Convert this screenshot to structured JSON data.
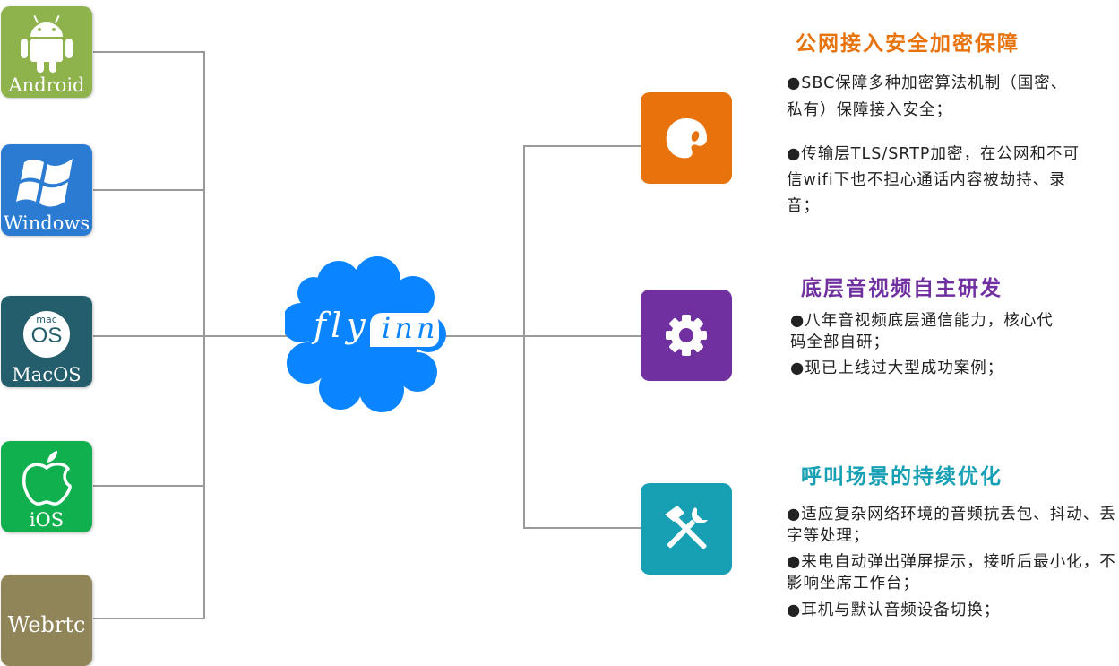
{
  "platforms": [
    {
      "label": "Android",
      "icon": "android-icon",
      "color": "#8eb34d"
    },
    {
      "label": "Windows",
      "icon": "windows-icon",
      "color": "#2a7bd1"
    },
    {
      "label": "MacOS",
      "icon": "macos-icon",
      "color": "#245d6b",
      "badge_small": "mac",
      "badge_big": "OS"
    },
    {
      "label": "iOS",
      "icon": "apple-icon",
      "color": "#10b04f"
    },
    {
      "label": "Webrtc",
      "icon": "webrtc-icon",
      "color": "#8f8558"
    }
  ],
  "center": {
    "text_left": "fly",
    "text_right": "inn",
    "color": "#0a84ff"
  },
  "features": [
    {
      "title": "公网接入安全加密保障",
      "title_color": "#e8720c",
      "icon": "shield-icon",
      "icon_color": "#e8720c",
      "paragraphs": [
        "●SBC保障多种加密算法机制（国密、私有）保障接入安全；",
        "●传输层TLS/SRTP加密，在公网和不可信wifi下也不担心通话内容被劫持、录音；"
      ]
    },
    {
      "title": "底层音视频自主研发",
      "title_color": "#7030a0",
      "icon": "gear-icon",
      "icon_color": "#7030a0",
      "paragraphs": [
        "●八年音视频底层通信能力，核心代码全部自研；",
        "●现已上线过大型成功案例；"
      ]
    },
    {
      "title": "呼叫场景的持续优化",
      "title_color": "#17a0b4",
      "icon": "tools-icon",
      "icon_color": "#17a0b4",
      "paragraphs": [
        "●适应复杂网络环境的音频抗丢包、抖动、丢字等处理；",
        "●来电自动弹出弹屏提示，接听后最小化，不影响坐席工作台；",
        "●耳机与默认音频设备切换；"
      ]
    }
  ]
}
